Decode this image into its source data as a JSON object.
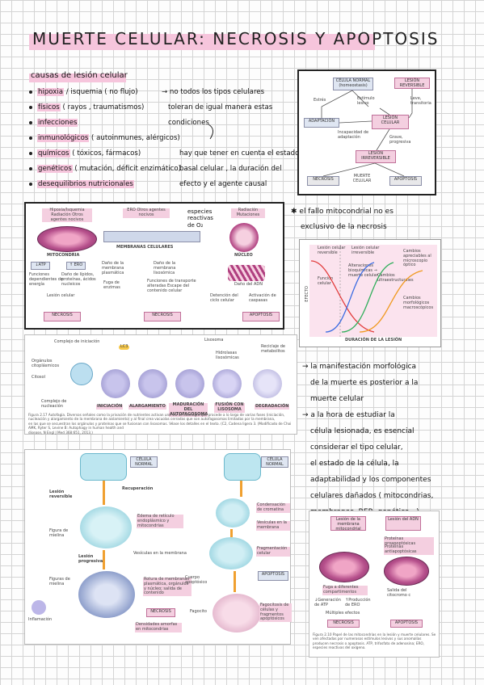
{
  "title": "MUERTE CELULAR: NECROSIS Y APOPTOSIS",
  "causes": {
    "heading": "causas de lesión celular",
    "items": [
      {
        "highlight": "hipoxia",
        "rest": " / isquemia ( no flujo)"
      },
      {
        "highlight": "físicos",
        "rest": " ( rayos , traumatismos)"
      },
      {
        "highlight": "infecciones",
        "rest": ""
      },
      {
        "highlight": "inmunológicos",
        "rest": " ( autoinmunes, alérgicos)"
      },
      {
        "highlight": "químicos",
        "rest": " ( tóxicos, fármacos)"
      },
      {
        "highlight": "genéticos",
        "rest": " ( mutación, déficit enzimático)"
      },
      {
        "highlight": "desequilibrios nutricionales",
        "rest": ""
      }
    ],
    "note1": [
      "→ no todos los tipos celulares",
      "toleran de igual manera estas",
      "condiciones"
    ],
    "note2": [
      "hay que tener en cuenta el estado",
      "basal celular , la duración del",
      "efecto y el agente causal"
    ]
  },
  "fig1": {
    "normal": "CÉLULA NORMAL (homeostasis)",
    "reversible": "LESIÓN REVERSIBLE",
    "estres": "Estrés",
    "estimulo": "Estímulo lesivo",
    "leve": "Leve, transitoria",
    "adaptacion": "ADAPTACIÓN",
    "incapacidad": "Incapacidad de adaptación",
    "lesion": "LESIÓN CELULAR",
    "grave": "Grave, progresiva",
    "irreversible": "LESIÓN IRREVERSIBLE",
    "necrosis": "NECROSIS",
    "muerte": "MUERTE CELULAR",
    "apoptosis": "APOPTOSIS"
  },
  "fig2": {
    "col1_top": "Hipoxia/Isquemia Radiación Otros agentes nocivos",
    "col2_top": "ERO Otros agentes nocivos",
    "col3_top": "Radiación Mutaciones",
    "especies": [
      "especies",
      "reactivas",
      "de O₂"
    ],
    "mitocondria": "MITOCONDRIA",
    "membranas": "MEMBRANAS CELULARES",
    "nucleo": "NÚCLEO",
    "atp": "↓ATP",
    "ero": "↑ ERO",
    "funciones": "Funciones dependientes de energía",
    "dano_lipidos": "Daño de lípidos, proteínas, ácidos nucleicos",
    "dano_membrana": "Daño de la membrana plasmática",
    "dano_lisosomal": "Daño de la membrana lisosómica",
    "fuga": "Fuga de enzimas",
    "funciones_transp": "Funciones de transporte alteradas Escape del contenido celular",
    "dano_adn": "Daño del ADN",
    "lesion_celular": "Lesión celular",
    "detencion": "Detención del ciclo celular",
    "activacion": "Activación de caspasas",
    "necrosis1": "NECROSIS",
    "necrosis2": "NECROSIS",
    "apoptosis": "APOPTOSIS"
  },
  "mito_note": [
    "el fallo mitocondrial no es",
    "exclusivo de la necrosis"
  ],
  "fig3": {
    "lesion_rev": "Lesión celular reversible",
    "lesion_irrev": "Lesión celular irreversible",
    "alteraciones": "Alteraciones bioquímicas → muerte celular",
    "cambios_ultra": "Cambios ultraestructurales",
    "cambios_micro": "Cambios apreciables al microscopio óptico",
    "cambios_macro": "Cambios morfológicos macroscópicos",
    "funcion": "Función celular",
    "efecto": "EFECTO",
    "xlabel": "DURACIÓN DE LA LESIÓN"
  },
  "fig4": {
    "complejo_iniciacion": "Complejo de iniciación",
    "organulos": "Orgánulos citoplásmicos",
    "citosol": "Citosol",
    "complejo_nucleacion": "Complejo de nucleación",
    "lc3": "LC3",
    "lisosoma": "Lisosoma",
    "hidrolasas": "Hidrolasas lisosómicas",
    "reciclaje": "Reciclaje de metabolitos",
    "steps": [
      "INICIACIÓN",
      "ALARGAMIENTO",
      "MADURACIÓN DEL AUTOFAGOSOMA",
      "FUSIÓN CON LISOSOMA",
      "DEGRADACIÓN"
    ],
    "caption1": "Figura 2.17 Autofagia. Diversos señales como la privación de nutrientes activan una vía de autofagia que procede a lo largo de varias fases (iniciación,",
    "caption2": "nucleación y alargamiento de la membrana de aislamiento) y al final crea vacuolas cerradas que son autofagosomas limitadas por la membrana,",
    "caption3": "en las que se secuestran los orgánulos y proteínas que se fusionan con lisosomas. Véase los detalles en el texto. (C2, Cadena ligera 3. (Modificado de Choi AMK, Ryter S, Levine B: Autophagy in human health and",
    "caption4": "disease, N Engl J Med 368:651, 2013.)"
  },
  "fig5": {
    "normal_left": "CÉLULA NORMAL",
    "normal_right": "CÉLULA NORMAL",
    "lesion_rev": "Lesión reversible",
    "recuperacion": "Recuperación",
    "figura_mielina1": "Figura de mielina",
    "edema": "Edema de retículo endoplásmico y mitocondrias",
    "vesiculas_mem": "Vesículas en la membrana",
    "lesion_prog": "Lesión progresiva",
    "figura_mielina2": "Figuras de mielina",
    "inflamacion": "Inflamación",
    "rotura": "Rotura de membranas plasmática, orgánulos y núcleo; salida de contenido",
    "necrosis": "NECROSIS",
    "densidades": "Densidades amorfas en mitocondrias",
    "condensacion": "Condensación de cromatina",
    "vesiculas_mem2": "Vesículas en la membrana",
    "fragmentacion": "Fragmentación celular",
    "apoptosis": "APOPTOSIS",
    "cuerpo_apop": "Cuerpo apoptósico",
    "fagocito": "Fagocito",
    "fagocitosis": "Fagocitosis de células y fragmentos apoptósicos"
  },
  "right_notes": [
    "→ la manifestación morfológica",
    "de la muerte es posterior a la",
    "muerte celular",
    "→ a la hora de estudiar la",
    "célula lesionada, es esencial",
    "considerar el tipo celular,",
    "el estado de la célula, la",
    "adaptabilidad y los componentes",
    "celulares dañados ( mitocondrias,",
    "membranas, RER, genética...)"
  ],
  "fig6": {
    "left_top": "Lesión de la membrana mitocondrial",
    "right_top": "Lesión del ADN",
    "proteinas1": "Proteínas proapoptósicas",
    "proteinas2": "Proteínas antiapoptósicas",
    "fuga": "Fuga a diferentes compartimentos",
    "salida": "Salida del citocromo c",
    "disminucion": "↓Generación de ATP",
    "produccion": "↑Producción de ERO",
    "multiples": "Múltiples efectos",
    "necrosis": "NECROSIS",
    "apoptosis": "APOPTOSIS",
    "caption": "Figura 2.10 Papel de las mitocondrias en la lesión y muerte celulares. Se ven afectadas por numerosos estímulos lesivos y sus anomalías producen necrosis o apoptosis. ATP, trifosfato de adenosina; ERO, especies reactivas del oxígeno."
  },
  "colors": {
    "highlight_pink": "#f6c5dc",
    "box_blue": "#dfe6f2",
    "box_pink": "#f4cfe0",
    "arrow_orange": "#f0a030",
    "chart_bg": "#fbe3ee"
  }
}
